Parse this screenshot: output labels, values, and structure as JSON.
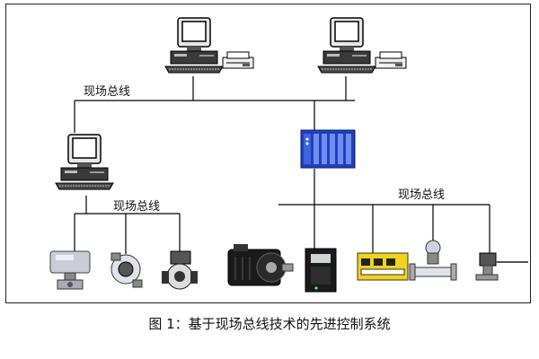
{
  "labels": {
    "fieldbus_top": "现场总线",
    "fieldbus_left": "现场总线",
    "fieldbus_right": "现场总线"
  },
  "caption": "图 1：基于现场总线技术的先进控制系统",
  "colors": {
    "line": "#000000",
    "plc": "#1f3fbf",
    "device_gray": "#9aa0a8",
    "device_dark": "#1a1a1a",
    "device_yellow": "#f2d21b"
  },
  "icons": [
    "workstation-icon",
    "printer-icon",
    "plc-rack-icon",
    "valve-actuator-icon",
    "motor-icon",
    "drive-icon",
    "io-module-icon",
    "flow-meter-icon",
    "level-sensor-icon"
  ]
}
